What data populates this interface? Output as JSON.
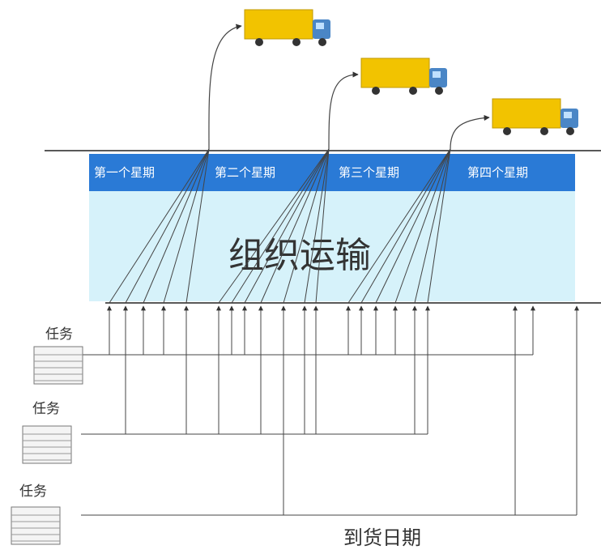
{
  "weeks": [
    "第一个星期",
    "第二个星期",
    "第三个星期",
    "第四个星期"
  ],
  "center_title": "组织运输",
  "tasks": [
    "任务",
    "任务",
    "任务"
  ],
  "arrival_label": "到货日期",
  "colors": {
    "week_bar": "#2a7ad6",
    "band": "#d6f2fa",
    "truck_body": "#f2c300",
    "truck_cab": "#4a86c6",
    "line": "#555555",
    "text": "#333333"
  },
  "icons": [
    "truck-icon",
    "document-stack-icon",
    "arrow-icon"
  ]
}
